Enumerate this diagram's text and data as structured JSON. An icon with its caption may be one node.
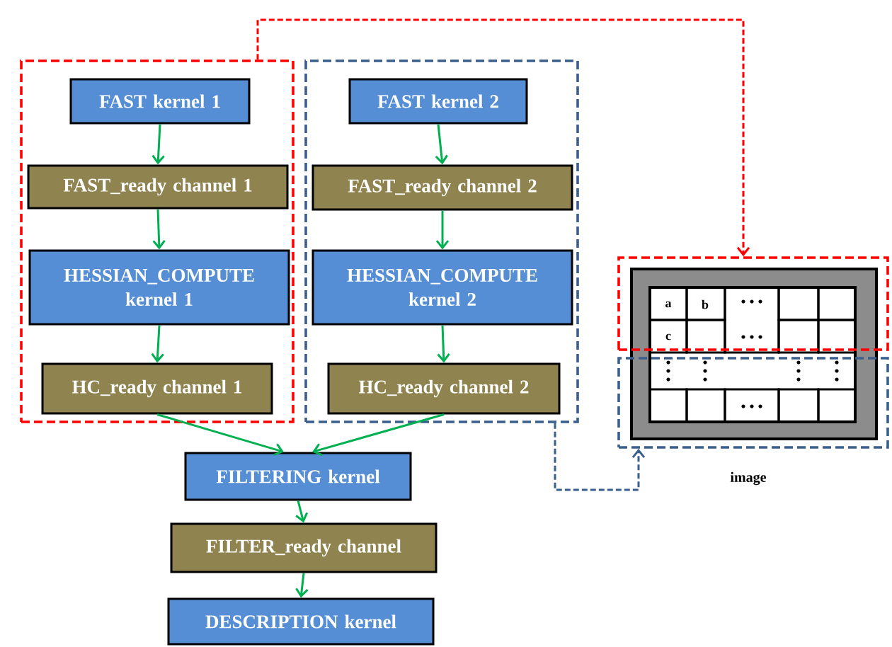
{
  "diagram": {
    "nodes": [
      {
        "text": [],
        "shape": "box"
      },
      {
        "text": [
          "FAST kernel 1"
        ],
        "in": 0
      },
      {
        "text": [
          "FAST_ready channel 1"
        ],
        "in": 0
      },
      {
        "text": [
          "HESSIAN_COMPUTE kernel 1"
        ],
        "in": 0
      },
      {
        "text": [
          "HC_ready channel 1"
        ],
        "in": 0
      },
      {
        "text": [],
        "shape": "box"
      },
      {
        "text": [
          "FAST kernel 2"
        ],
        "in": 5
      },
      {
        "text": [
          "FAST_ready channel 2"
        ],
        "in": 5
      },
      {
        "text": [
          "HESSIAN_COMPUTE kernel 2"
        ],
        "in": 5
      },
      {
        "text": [
          "HC_ready channel 2"
        ],
        "in": 5
      },
      {
        "text": [
          "FILTERING kernel"
        ]
      },
      {
        "text": [
          "FILTER_ready channel"
        ]
      },
      {
        "text": [
          "DESCRIPTION kernel"
        ]
      },
      {
        "text": [],
        "shape": "picture",
        "beside": [
          "image"
        ]
      },
      {
        "text": [],
        "shape": "box"
      },
      {
        "text": [],
        "shape": "box"
      }
    ],
    "edges": [
      {
        "from": 1,
        "to": 2,
        "arrow": "to"
      },
      {
        "from": 2,
        "to": 3,
        "arrow": "to"
      },
      {
        "from": 3,
        "to": 4,
        "arrow": "to"
      },
      {
        "from": 6,
        "to": 7,
        "arrow": "to"
      },
      {
        "from": 7,
        "to": 8,
        "arrow": "to"
      },
      {
        "from": 8,
        "to": 9,
        "arrow": "to"
      },
      {
        "from": 4,
        "to": 10,
        "arrow": "to"
      },
      {
        "from": 9,
        "to": 10,
        "arrow": "to"
      },
      {
        "from": 10,
        "to": 11,
        "arrow": "to"
      },
      {
        "from": 11,
        "to": 12,
        "arrow": "to"
      },
      {
        "from": 0,
        "to": 14,
        "arrow": "to",
        "style": "dashed",
        "color": "#ff0000"
      },
      {
        "from": 5,
        "to": 15,
        "arrow": "to",
        "style": "dashed",
        "color": "#3b5f8c"
      }
    ],
    "labels": [
      "a",
      "b",
      "c"
    ]
  }
}
